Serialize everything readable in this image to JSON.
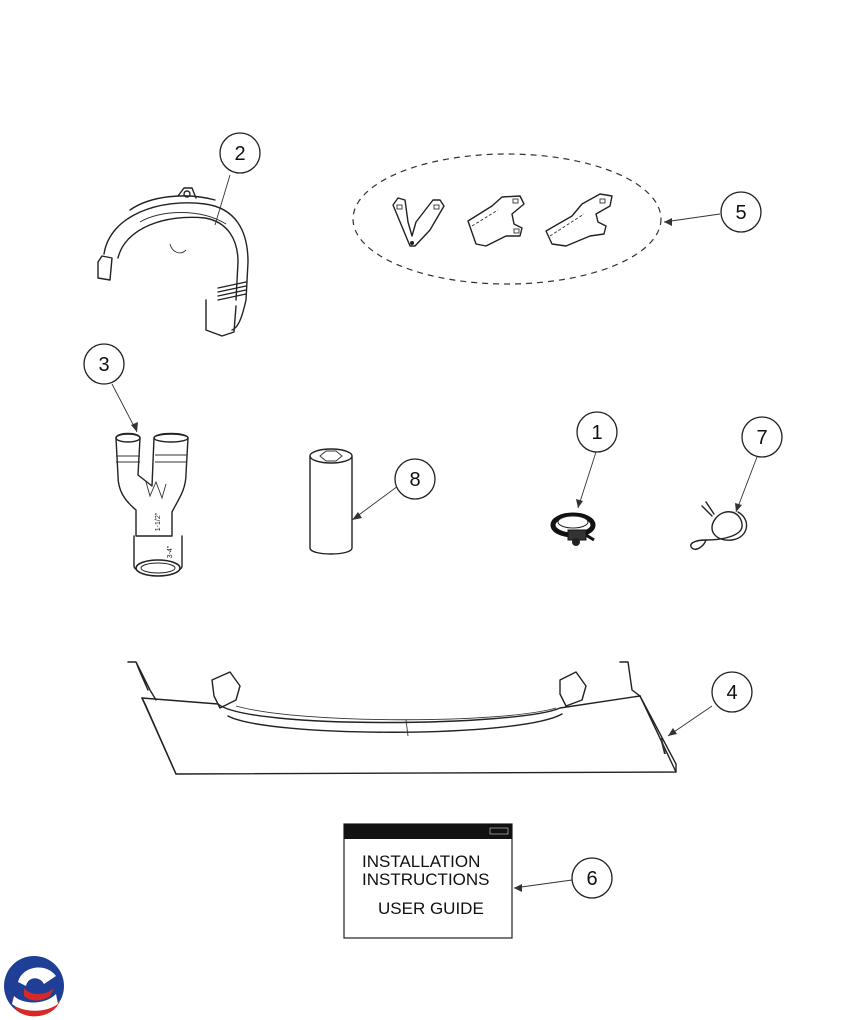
{
  "callouts": {
    "part_1": "1",
    "part_2": "2",
    "part_3": "3",
    "part_4": "4",
    "part_5": "5",
    "part_6": "6",
    "part_7": "7",
    "part_8": "8"
  },
  "part_3_markings": {
    "branch": "1-1/2\"",
    "base": "3-4\""
  },
  "manual": {
    "line1": "INSTALLATION",
    "line2": "INSTRUCTIONS",
    "line3": "USER GUIDE"
  },
  "logo": {
    "name": "brand-logo",
    "colors": [
      "#1f3f96",
      "#d62828"
    ]
  }
}
